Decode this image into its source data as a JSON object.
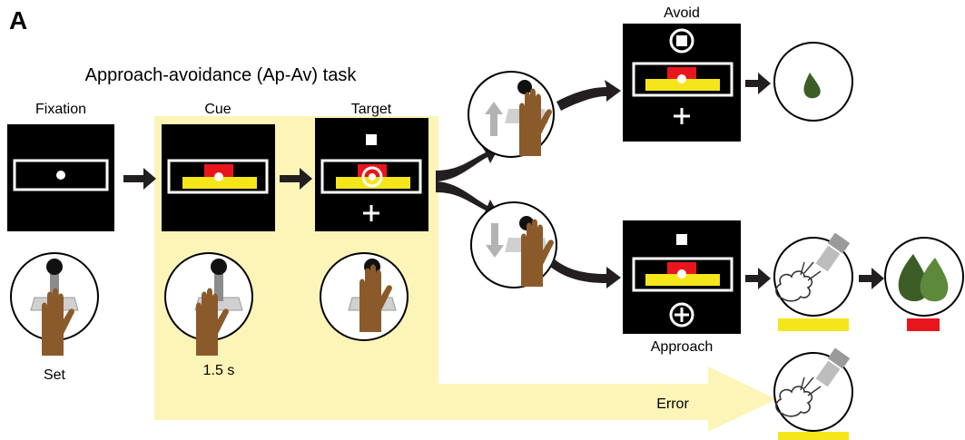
{
  "panel_letter": "A",
  "task_title": "Approach-avoidance (Ap-Av) task",
  "stages": {
    "fixation": "Fixation",
    "cue": "Cue",
    "target": "Target"
  },
  "events": {
    "set": "Set",
    "cue_duration": "1.5 s",
    "avoid": "Avoid",
    "approach": "Approach",
    "error": "Error"
  },
  "colors": {
    "screen": "#000000",
    "cue_red": "#e8161b",
    "cue_yellow": "#f5e51b",
    "highlight": "#fdf4b7",
    "reward_green_dark": "#3c5e26",
    "reward_green_light": "#5d8a3a",
    "hand": "#8b5a2b",
    "arrow": "#231f20",
    "move_arrow": "#b3b3b3"
  }
}
